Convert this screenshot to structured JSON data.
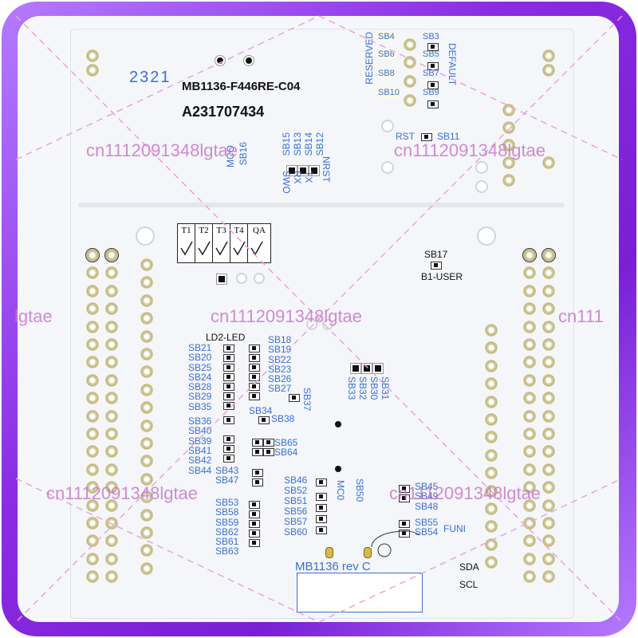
{
  "board": {
    "model": "MB1136-F446RE-C04",
    "serial": "A231707434",
    "date_code": "2321",
    "revision": "MB1136 rev C"
  },
  "qa_table": {
    "headers": [
      "T1",
      "T2",
      "T3",
      "T4",
      "QA"
    ]
  },
  "silkscreen": {
    "reserved": "RESERVED",
    "default": "DEFAULT",
    "top_sb_left": [
      "SB4",
      "SB6",
      "SB8",
      "SB10"
    ],
    "top_sb_right": [
      "SB3",
      "SB5",
      "SB7",
      "SB9"
    ],
    "rst": "RST",
    "sb11": "SB11",
    "sb16": "SB16",
    "mco": "MCO",
    "sb15": "SB15",
    "sb13": "SB13",
    "sb14": "SB14",
    "sb12": "SB12",
    "nrst": "NRST",
    "tx": "TX",
    "rx": "RX",
    "swo": "SWO",
    "sb17": "SB17",
    "b1_user": "B1-USER",
    "ld2": "LD2-LED",
    "left_col": [
      "SB21",
      "SB20",
      "SB25",
      "SB24",
      "SB28",
      "SB29",
      "SB35",
      "SB36",
      "SB40",
      "SB39",
      "SB41",
      "SB42",
      "SB44"
    ],
    "mid_col": [
      "SB18",
      "SB19",
      "SB22",
      "SB23",
      "SB26",
      "SB27"
    ],
    "sb37": "SB37",
    "sb34": "SB34",
    "sb38": "SB38",
    "sb65": "SB65",
    "sb64": "SB64",
    "right_vert": [
      "SB33",
      "SB32",
      "SB30",
      "SB31"
    ],
    "sb43_47": [
      "SB43",
      "SB47"
    ],
    "lower_left": [
      "SB53",
      "SB58",
      "SB59",
      "SB62",
      "SB61",
      "SB63"
    ],
    "lower_mid": [
      "SB46",
      "SB52",
      "SB51",
      "SB56",
      "SB57",
      "SB60"
    ],
    "sb50": "SB50",
    "mc0": "MC0",
    "lower_right": [
      "SB45",
      "SB49",
      "SB48",
      "SB55",
      "SB54"
    ],
    "funi": "FUNI",
    "sda": "SDA",
    "scl": "SCL"
  },
  "watermark": {
    "text": "cn1112091348lgtae",
    "partial_left": "lgtae",
    "partial_right": "cn111"
  },
  "colors": {
    "frame": "#8b2be2",
    "silkscreen_blue": "#3b6fd4",
    "header_pin": "#bdb67d",
    "watermark": "#c878c8"
  }
}
